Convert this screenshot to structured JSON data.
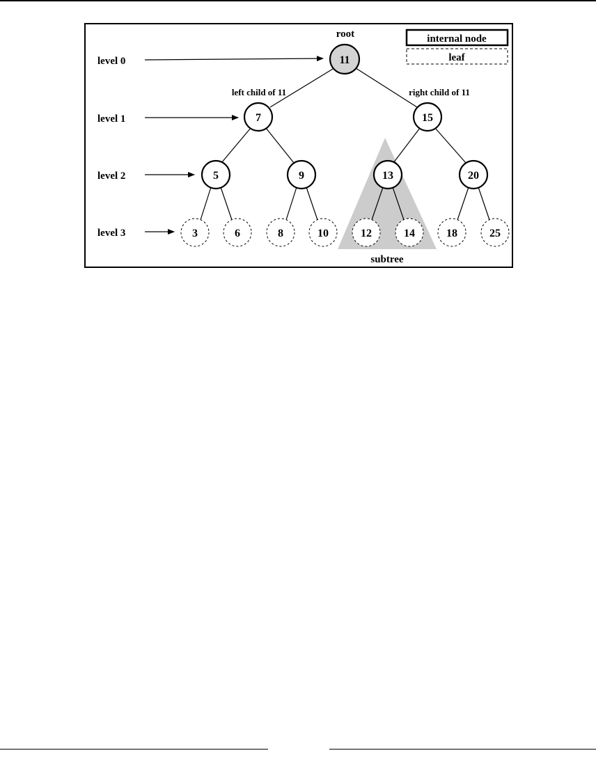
{
  "diagram": {
    "root_caption": "root",
    "left_child_caption": "left child of 11",
    "right_child_caption": "right child of 11",
    "subtree_caption": "subtree",
    "legend": {
      "internal_label": "internal node",
      "leaf_label": "leaf"
    },
    "levels": [
      "level 0",
      "level 1",
      "level 2",
      "level 3"
    ],
    "nodes": {
      "root": "11",
      "l1_left": "7",
      "l1_right": "15",
      "l2_a": "5",
      "l2_b": "9",
      "l2_c": "13",
      "l2_d": "20",
      "l3_a": "3",
      "l3_b": "6",
      "l3_c": "8",
      "l3_d": "10",
      "l3_e": "12",
      "l3_f": "14",
      "l3_g": "18",
      "l3_h": "25"
    },
    "colors": {
      "root_fill": "#d3d3d3",
      "subtree_fill": "#cccccc",
      "stroke": "#000000"
    }
  }
}
